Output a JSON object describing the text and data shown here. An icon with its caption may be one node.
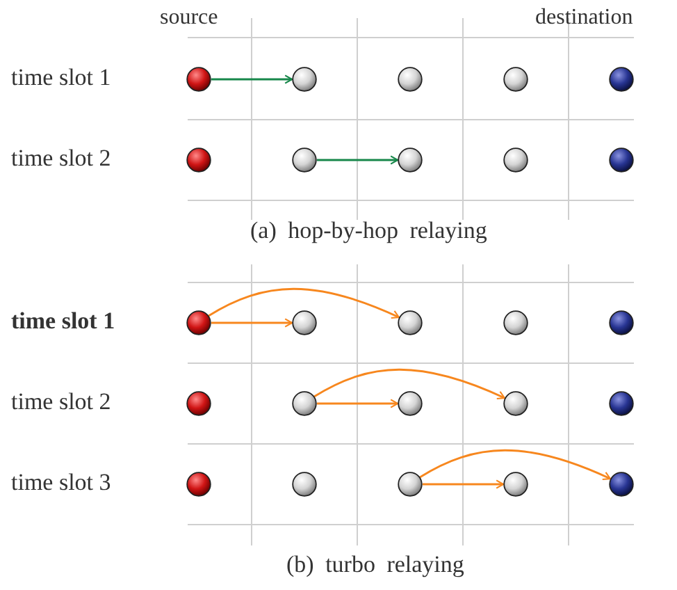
{
  "diagram": {
    "nodes": [
      {
        "text": [],
        "shape": "circle"
      },
      {
        "text": [],
        "shape": "circle"
      },
      {
        "text": [],
        "shape": "circle"
      },
      {
        "text": [],
        "shape": "circle"
      },
      {
        "text": [],
        "shape": "circle"
      },
      {
        "text": [],
        "shape": "circle"
      },
      {
        "text": [],
        "shape": "circle"
      },
      {
        "text": [],
        "shape": "circle"
      },
      {
        "text": [],
        "shape": "circle"
      },
      {
        "text": [],
        "shape": "circle"
      },
      {
        "text": [],
        "shape": "circle"
      },
      {
        "text": [],
        "shape": "circle"
      },
      {
        "text": [],
        "shape": "circle"
      },
      {
        "text": [],
        "shape": "circle"
      },
      {
        "text": [],
        "shape": "circle"
      },
      {
        "text": [],
        "shape": "circle"
      },
      {
        "text": [],
        "shape": "circle"
      },
      {
        "text": [],
        "shape": "circle"
      },
      {
        "text": [],
        "shape": "circle"
      },
      {
        "text": [],
        "shape": "circle"
      },
      {
        "text": [],
        "shape": "circle"
      },
      {
        "text": [],
        "shape": "circle"
      },
      {
        "text": [],
        "shape": "circle"
      },
      {
        "text": [],
        "shape": "circle"
      },
      {
        "text": [],
        "shape": "circle"
      }
    ],
    "edges": [
      {
        "from": 0,
        "to": 1,
        "arrow": "to",
        "color": "#17874a"
      },
      {
        "from": 6,
        "to": 7,
        "arrow": "to",
        "color": "#17874a"
      },
      {
        "from": 10,
        "to": 11,
        "arrow": "to"
      },
      {
        "from": 10,
        "to": 12,
        "arrow": "to"
      },
      {
        "from": 16,
        "to": 17,
        "arrow": "to"
      },
      {
        "from": 16,
        "to": 18,
        "arrow": "to"
      },
      {
        "from": 22,
        "to": 23,
        "arrow": "to"
      },
      {
        "from": 22,
        "to": 24,
        "arrow": "to"
      }
    ],
    "labels": [
      "source",
      "destination",
      "time slot 1",
      "time slot 2",
      "(a) hop-by-hop relaying",
      "time slot 1",
      "time slot 2",
      "time slot 3",
      "(b) turbo relaying"
    ]
  }
}
